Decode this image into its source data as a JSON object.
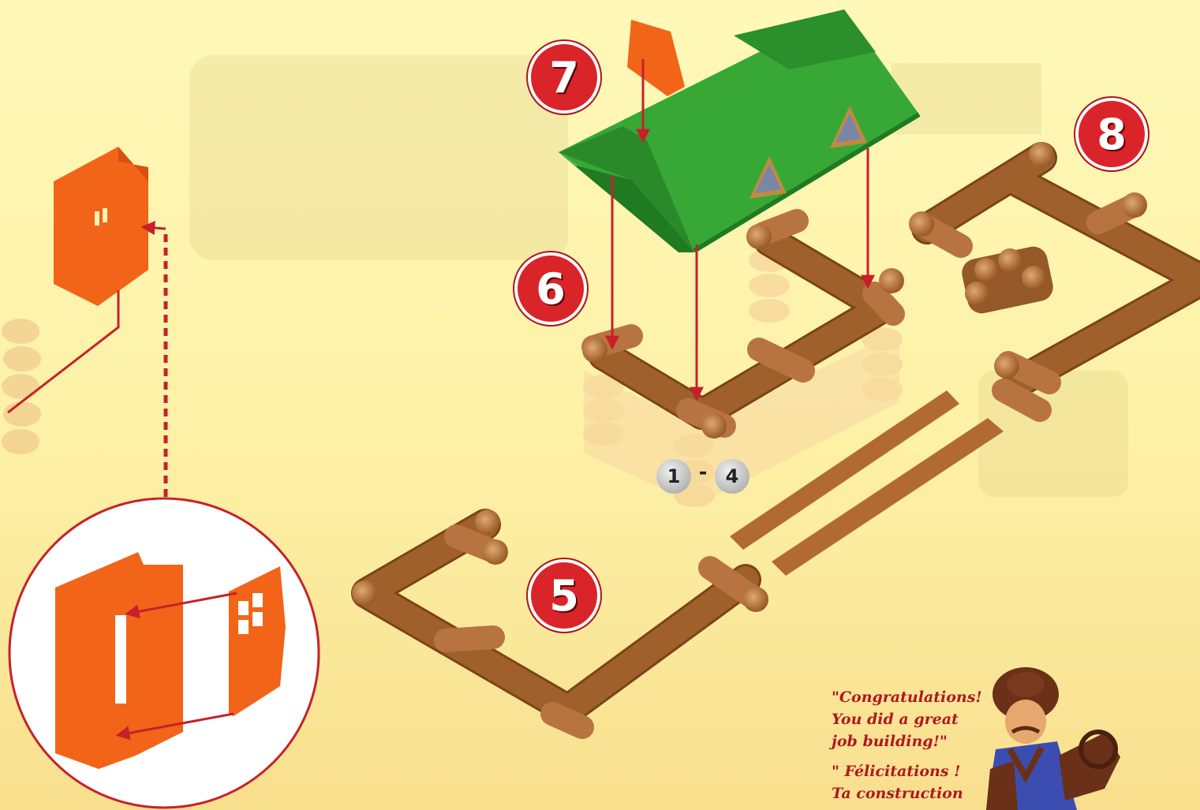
{
  "steps": {
    "s7": "7",
    "s8": "8",
    "s6": "6",
    "s5": "5",
    "range_from": "1",
    "range_sep": "-",
    "range_to": "4"
  },
  "speech": {
    "english": [
      "\"Congratulations!",
      "You did a great",
      "job building!\""
    ],
    "french": [
      "\" Félicitations !",
      "Ta construction"
    ]
  },
  "colors": {
    "wood": "#a0602c",
    "roof": "#35a834",
    "door": "#f26418",
    "badge": "#d9242a",
    "arrow": "#c8202a"
  }
}
